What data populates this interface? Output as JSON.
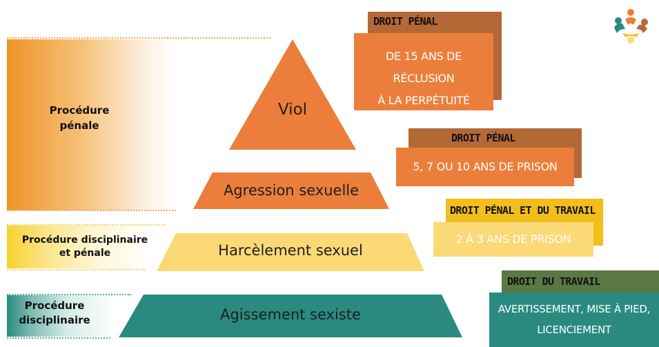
{
  "colors": {
    "orange": "#ec7e3b",
    "dark_brown": "#b46836",
    "yellow_light": "#fbd977",
    "yellow_dark": "#f1be1b",
    "teal": "#2a8a80",
    "green_dark": "#5a7843"
  },
  "procedures": {
    "penal": "Procédure\npénale",
    "disciplinary_penal": "Procédure disciplinaire\net pénale",
    "disciplinary": "Procédure\ndisciplinaire"
  },
  "pyramid": {
    "levels": [
      "Viol",
      "Agression sexuelle",
      "Harcèlement sexuel",
      "Agissement sexiste"
    ]
  },
  "penalties": [
    {
      "header": "DROIT PÉNAL",
      "text": "DE 15 ANS DE RÉCLUSION\nÀ LA PERPÉTUITÉ"
    },
    {
      "header": "DROIT PÉNAL",
      "text": "5, 7 OU 10 ANS DE PRISON"
    },
    {
      "header": "DROIT PÉNAL ET DU TRAVAIL",
      "text": "2 À 3 ANS DE PRISON"
    },
    {
      "header": "DROIT DU TRAVAIL",
      "text": "AVERTISSEMENT, MISE À PIED,\nLICENCIEMENT"
    }
  ],
  "logo_icon": "people-circle-logo"
}
